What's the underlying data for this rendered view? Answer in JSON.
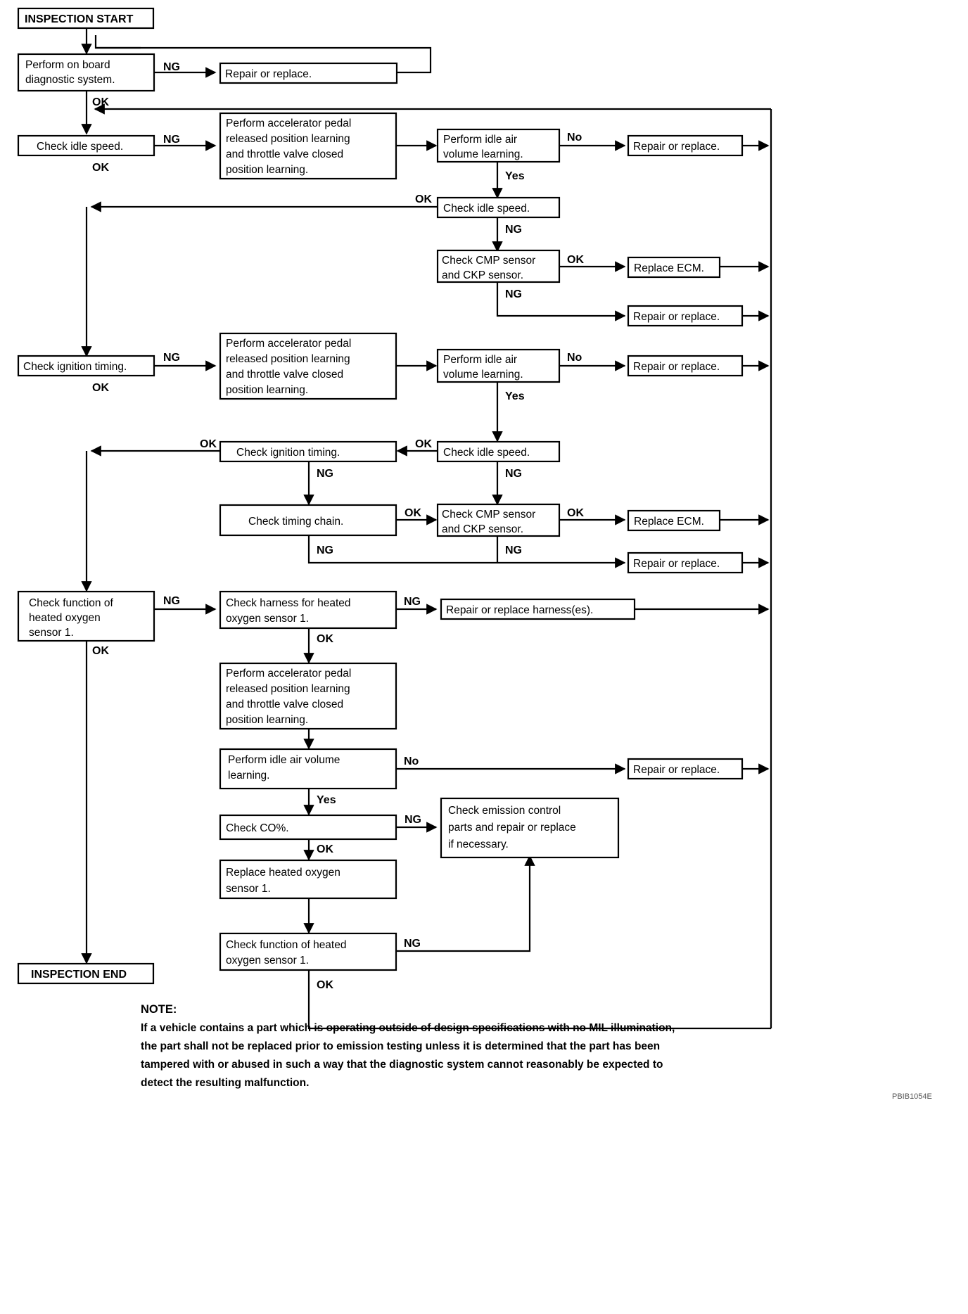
{
  "diagram": {
    "title_start": "INSPECTION START",
    "title_end": "INSPECTION END",
    "figure_code": "PBIB1054E"
  },
  "boxes": {
    "b01": "INSPECTION START",
    "b02_l1": "Perform on board",
    "b02_l2": "diagnostic system.",
    "b03": "Repair or replace.",
    "b04": "Check idle speed.",
    "b05_l1": "Perform accelerator pedal",
    "b05_l2": "released position learning",
    "b05_l3": "and throttle valve closed",
    "b05_l4": "position learning.",
    "b06_l1": "Perform idle air",
    "b06_l2": "volume learning.",
    "b07": "Repair or replace.",
    "b08": "Check idle speed.",
    "b09_l1": "Check CMP sensor",
    "b09_l2": "and CKP sensor.",
    "b10": "Replace ECM.",
    "b11": "Repair or replace.",
    "b12": "Check ignition timing.",
    "b13_l1": "Perform accelerator pedal",
    "b13_l2": "released position learning",
    "b13_l3": "and throttle valve closed",
    "b13_l4": "position learning.",
    "b14_l1": "Perform idle air",
    "b14_l2": "volume learning.",
    "b15": "Repair or replace.",
    "b16": "Check ignition timing.",
    "b17": "Check idle speed.",
    "b18": "Check timing chain.",
    "b19_l1": "Check CMP sensor",
    "b19_l2": "and CKP sensor.",
    "b20": "Replace ECM.",
    "b21": "Repair or replace.",
    "b22_l1": "Check function of",
    "b22_l2": "heated oxygen",
    "b22_l3": "sensor 1.",
    "b23_l1": "Check harness for heated",
    "b23_l2": "oxygen sensor 1.",
    "b24": "Repair or replace harness(es).",
    "b25_l1": "Perform accelerator pedal",
    "b25_l2": "released position learning",
    "b25_l3": "and throttle valve closed",
    "b25_l4": "position learning.",
    "b26_l1": "Perform idle air volume",
    "b26_l2": "learning.",
    "b27": "Repair or replace.",
    "b28": "Check CO%.",
    "b29_l1": "Check emission control",
    "b29_l2": "parts and repair or replace",
    "b29_l3": "if necessary.",
    "b30_l1": "Replace heated oxygen",
    "b30_l2": "sensor 1.",
    "b31_l1": "Check function of heated",
    "b31_l2": "oxygen sensor 1.",
    "b32": "INSPECTION END"
  },
  "edge_labels": {
    "e01": "NG",
    "e02": "OK",
    "e03": "NG",
    "e04": "OK",
    "e05": "No",
    "e06": "Yes",
    "e07": "OK",
    "e08": "NG",
    "e09": "OK",
    "e10": "NG",
    "e11": "NG",
    "e12": "OK",
    "e13": "No",
    "e14": "Yes",
    "e15": "OK",
    "e16": "OK",
    "e17": "NG",
    "e18": "NG",
    "e19": "OK",
    "e20": "OK",
    "e21": "NG",
    "e22": "NG",
    "e23": "OK",
    "e24": "NG",
    "e25": "OK",
    "e26": "NG",
    "e27": "No",
    "e28": "Yes",
    "e29": "NG",
    "e30": "OK",
    "e31": "NG",
    "e32": "OK"
  },
  "note": {
    "heading": "NOTE:",
    "line1": "If a vehicle contains a part which is operating outside of design specifications with no MIL illumination,",
    "line2": "the part shall not be replaced prior to emission testing unless it is determined that the part has been",
    "line3": "tampered with or abused in such a way that the diagnostic system cannot reasonably be expected to",
    "line4": "detect the resulting malfunction."
  },
  "footer": {
    "code": "PBIB1054E"
  },
  "colors": {
    "ink": "#000000",
    "paper": "#ffffff"
  }
}
